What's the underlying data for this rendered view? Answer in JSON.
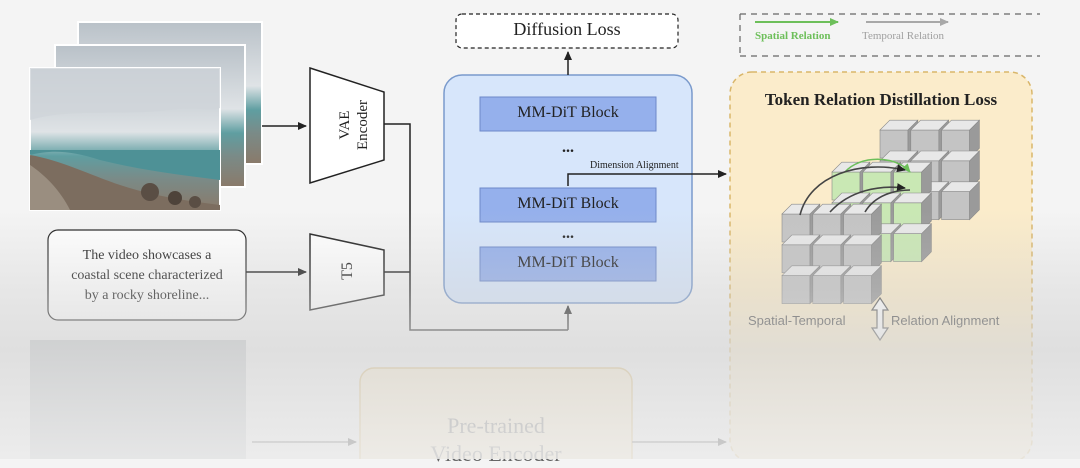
{
  "diffusion_loss": "Diffusion Loss",
  "legend": {
    "spatial": "Spatial Relation",
    "temporal": "Temporal Relation",
    "spatial_color": "#6dbf5a",
    "temporal_color": "#a8a8a8"
  },
  "vae_encoder": {
    "line1": "VAE",
    "line2": "Encoder"
  },
  "t5": "T5",
  "caption": {
    "line1": "The video showcases a",
    "line2": "coastal scene characterized",
    "line3": "by a rocky shoreline..."
  },
  "dit": {
    "block1": "MM-DiT Block",
    "block2": "MM-DiT Block",
    "block3": "MM-DiT Block",
    "dots1": "...",
    "dots2": "..."
  },
  "dimension_alignment": "Dimension Alignment",
  "distill_title": "Token Relation Distillation Loss",
  "relation_alignment": {
    "left": "Spatial-Temporal",
    "right": "Relation Alignment"
  },
  "encoder": {
    "line1": "Pre-trained",
    "line2": "Video Encoder"
  },
  "colors": {
    "dit_bg": "#d7e6fb",
    "dit_block": "#95b0ec",
    "distill_bg": "#fbeccb",
    "green_cube": "#c9e8b4",
    "gray_cube": "#c4c4c4"
  }
}
